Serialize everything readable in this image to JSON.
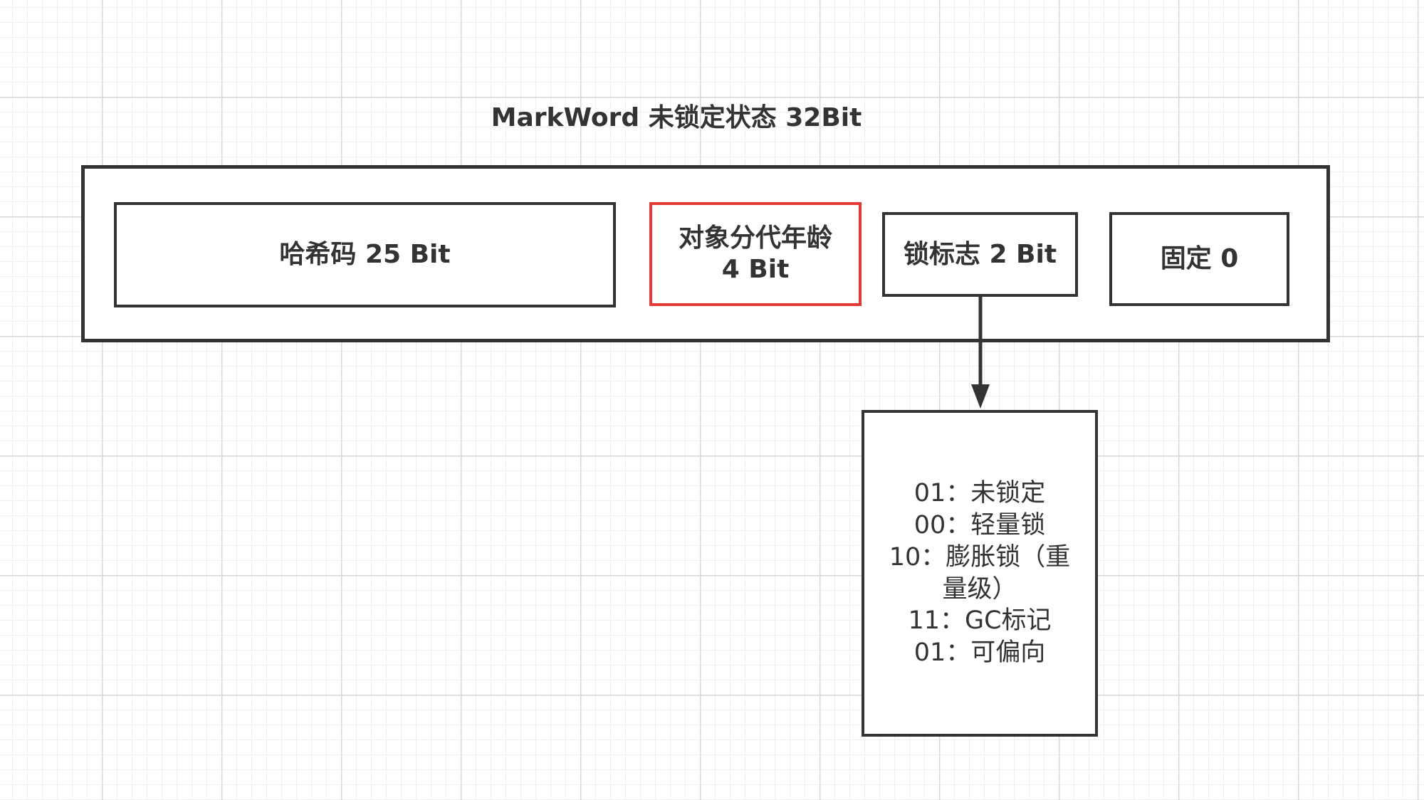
{
  "title": "MarkWord 未锁定状态 32Bit",
  "fields": {
    "hash": "哈希码 25 Bit",
    "age_line1": "对象分代年龄",
    "age_line2": "4 Bit",
    "lock_flag": "锁标志 2 Bit",
    "fixed": "固定 0"
  },
  "lock_states": [
    "01：未锁定",
    "00：轻量锁",
    "10：膨胀锁（重量级）",
    "11：GC标记",
    "01：可偏向"
  ],
  "colors": {
    "line": "#333333",
    "highlight_border": "#e53935"
  }
}
